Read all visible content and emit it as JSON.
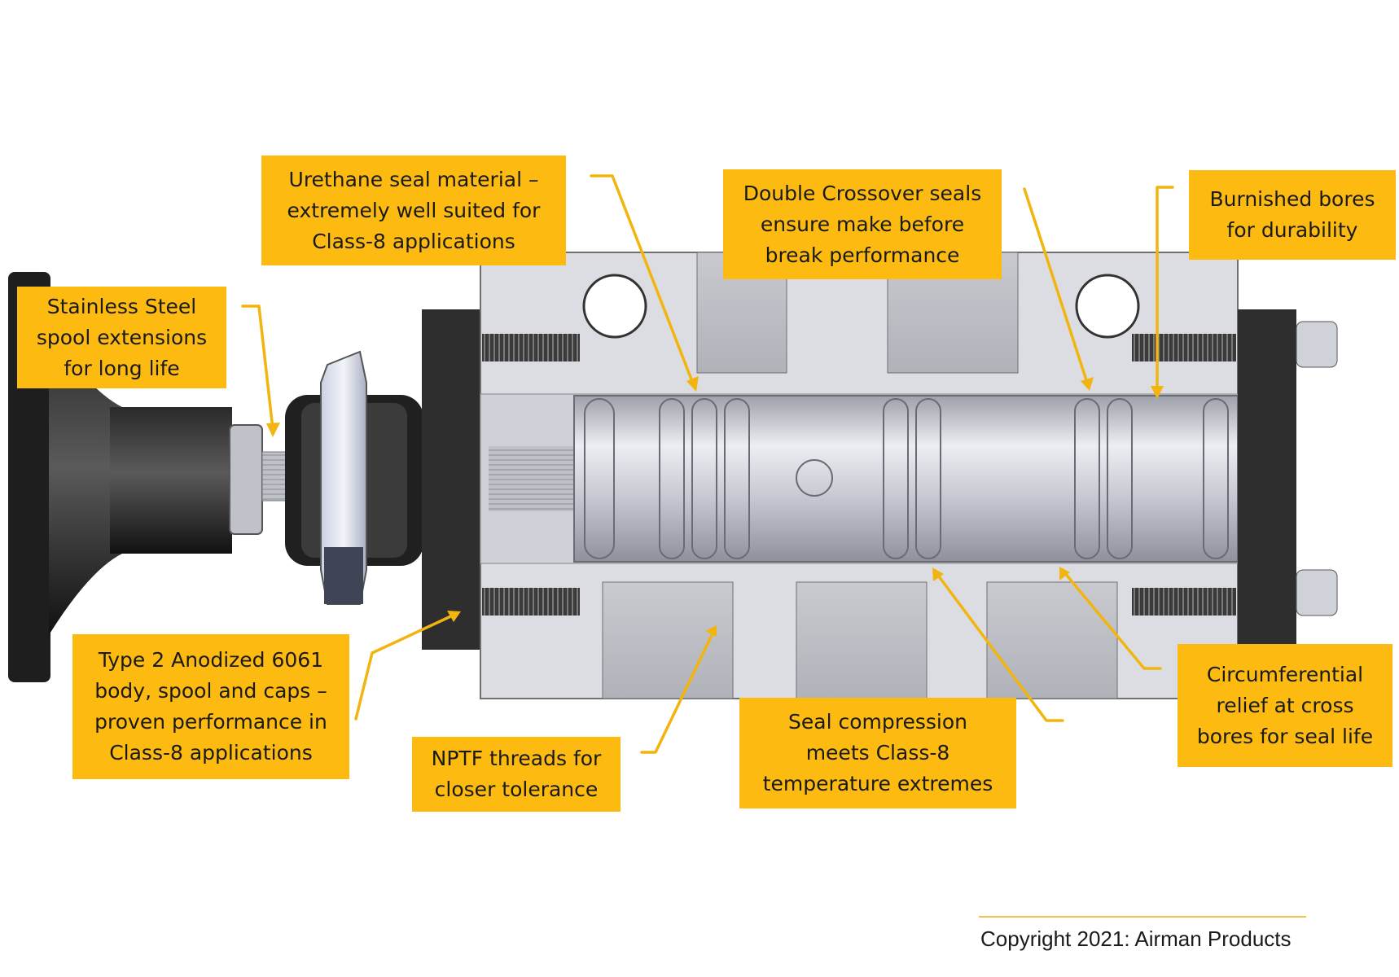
{
  "callouts": {
    "urethane": "Urethane seal material –\nextremely well suited for\nClass-8 applications",
    "crossover": "Double Crossover seals\nensure make before\nbreak performance",
    "burnished": "Burnished bores\nfor durability",
    "stainless": "Stainless Steel\nspool extensions\nfor long life",
    "anodized": "Type 2 Anodized 6061\nbody, spool and caps –\nproven performance in\nClass-8 applications",
    "nptf": "NPTF threads for\ncloser tolerance",
    "compression": "Seal compression\nmeets Class-8\ntemperature extremes",
    "circumferential": "Circumferential\nrelief at cross\nbores for seal life"
  },
  "copyright": "Copyright 2021: Airman Products",
  "colors": {
    "callout": "#FDBB12",
    "leader": "#F2B50F",
    "body": "#DCDDE3",
    "dark_parts": "#2E2E2E",
    "background": "#FFFFFF"
  }
}
